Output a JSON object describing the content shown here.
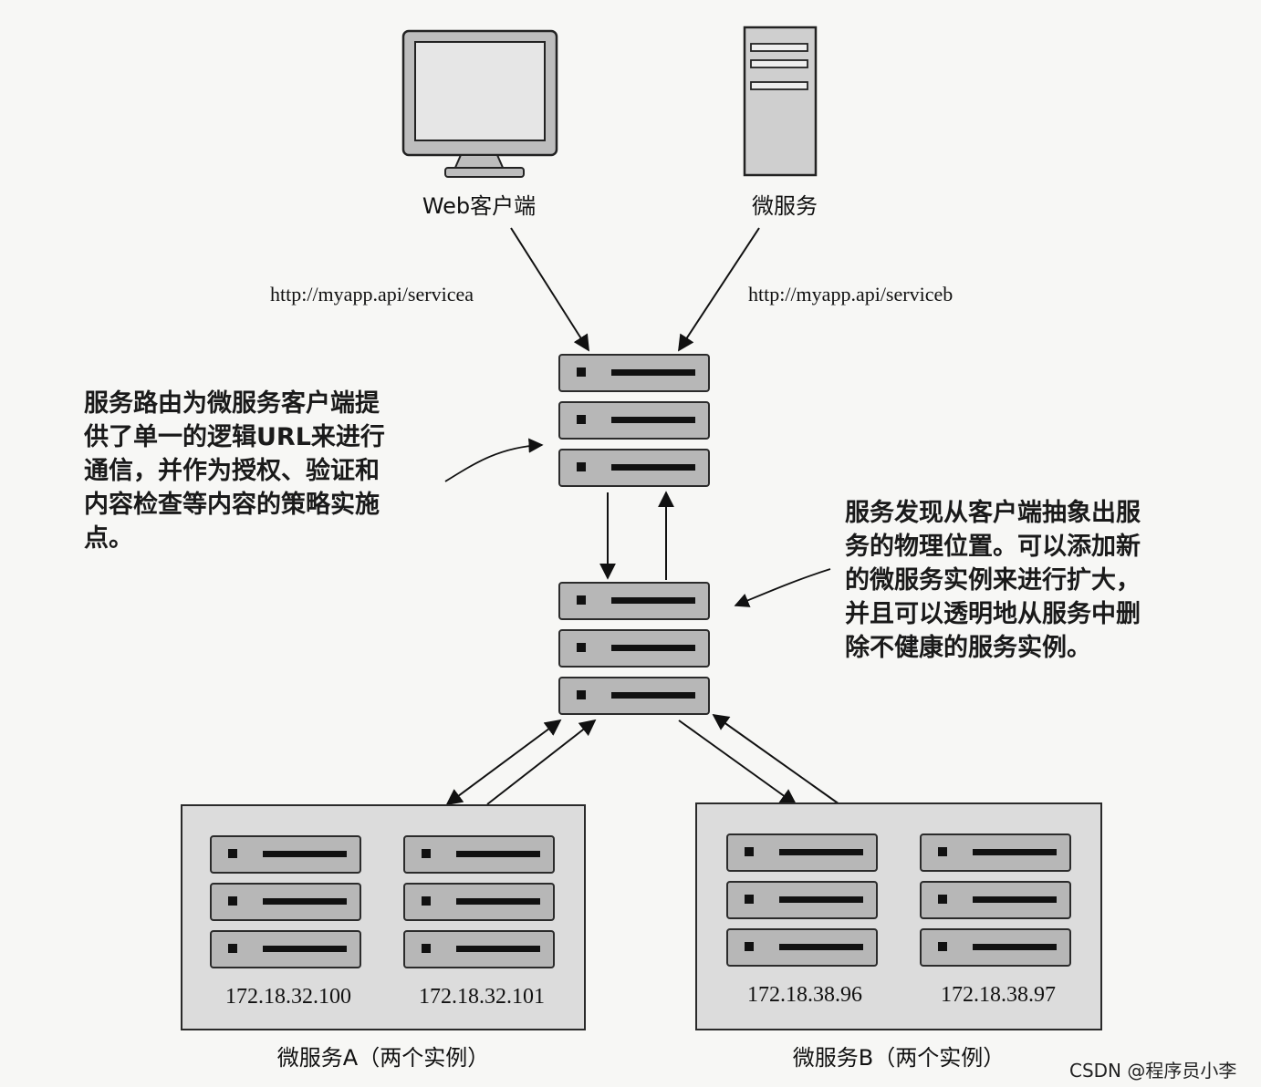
{
  "nodes": {
    "web_client": "Web客户端",
    "microservice": "微服务"
  },
  "urls": {
    "service_a": "http://myapp.api/servicea",
    "service_b": "http://myapp.api/serviceb"
  },
  "annotations": {
    "routing": [
      "服务路由为微服务客户端提",
      "供了单一的逻辑URL来进行",
      "通信，并作为授权、验证和",
      "内容检查等内容的策略实施",
      "点。"
    ],
    "discovery": [
      "服务发现从客户端抽象出服",
      "务的物理位置。可以添加新",
      "的微服务实例来进行扩大，",
      "并且可以透明地从服务中删",
      "除不健康的服务实例。"
    ]
  },
  "groups": {
    "a": {
      "caption": "微服务A（两个实例）",
      "ips": [
        "172.18.32.100",
        "172.18.32.101"
      ]
    },
    "b": {
      "caption": "微服务B（两个实例）",
      "ips": [
        "172.18.38.96",
        "172.18.38.97"
      ]
    }
  },
  "watermark": "CSDN @程序员小李"
}
